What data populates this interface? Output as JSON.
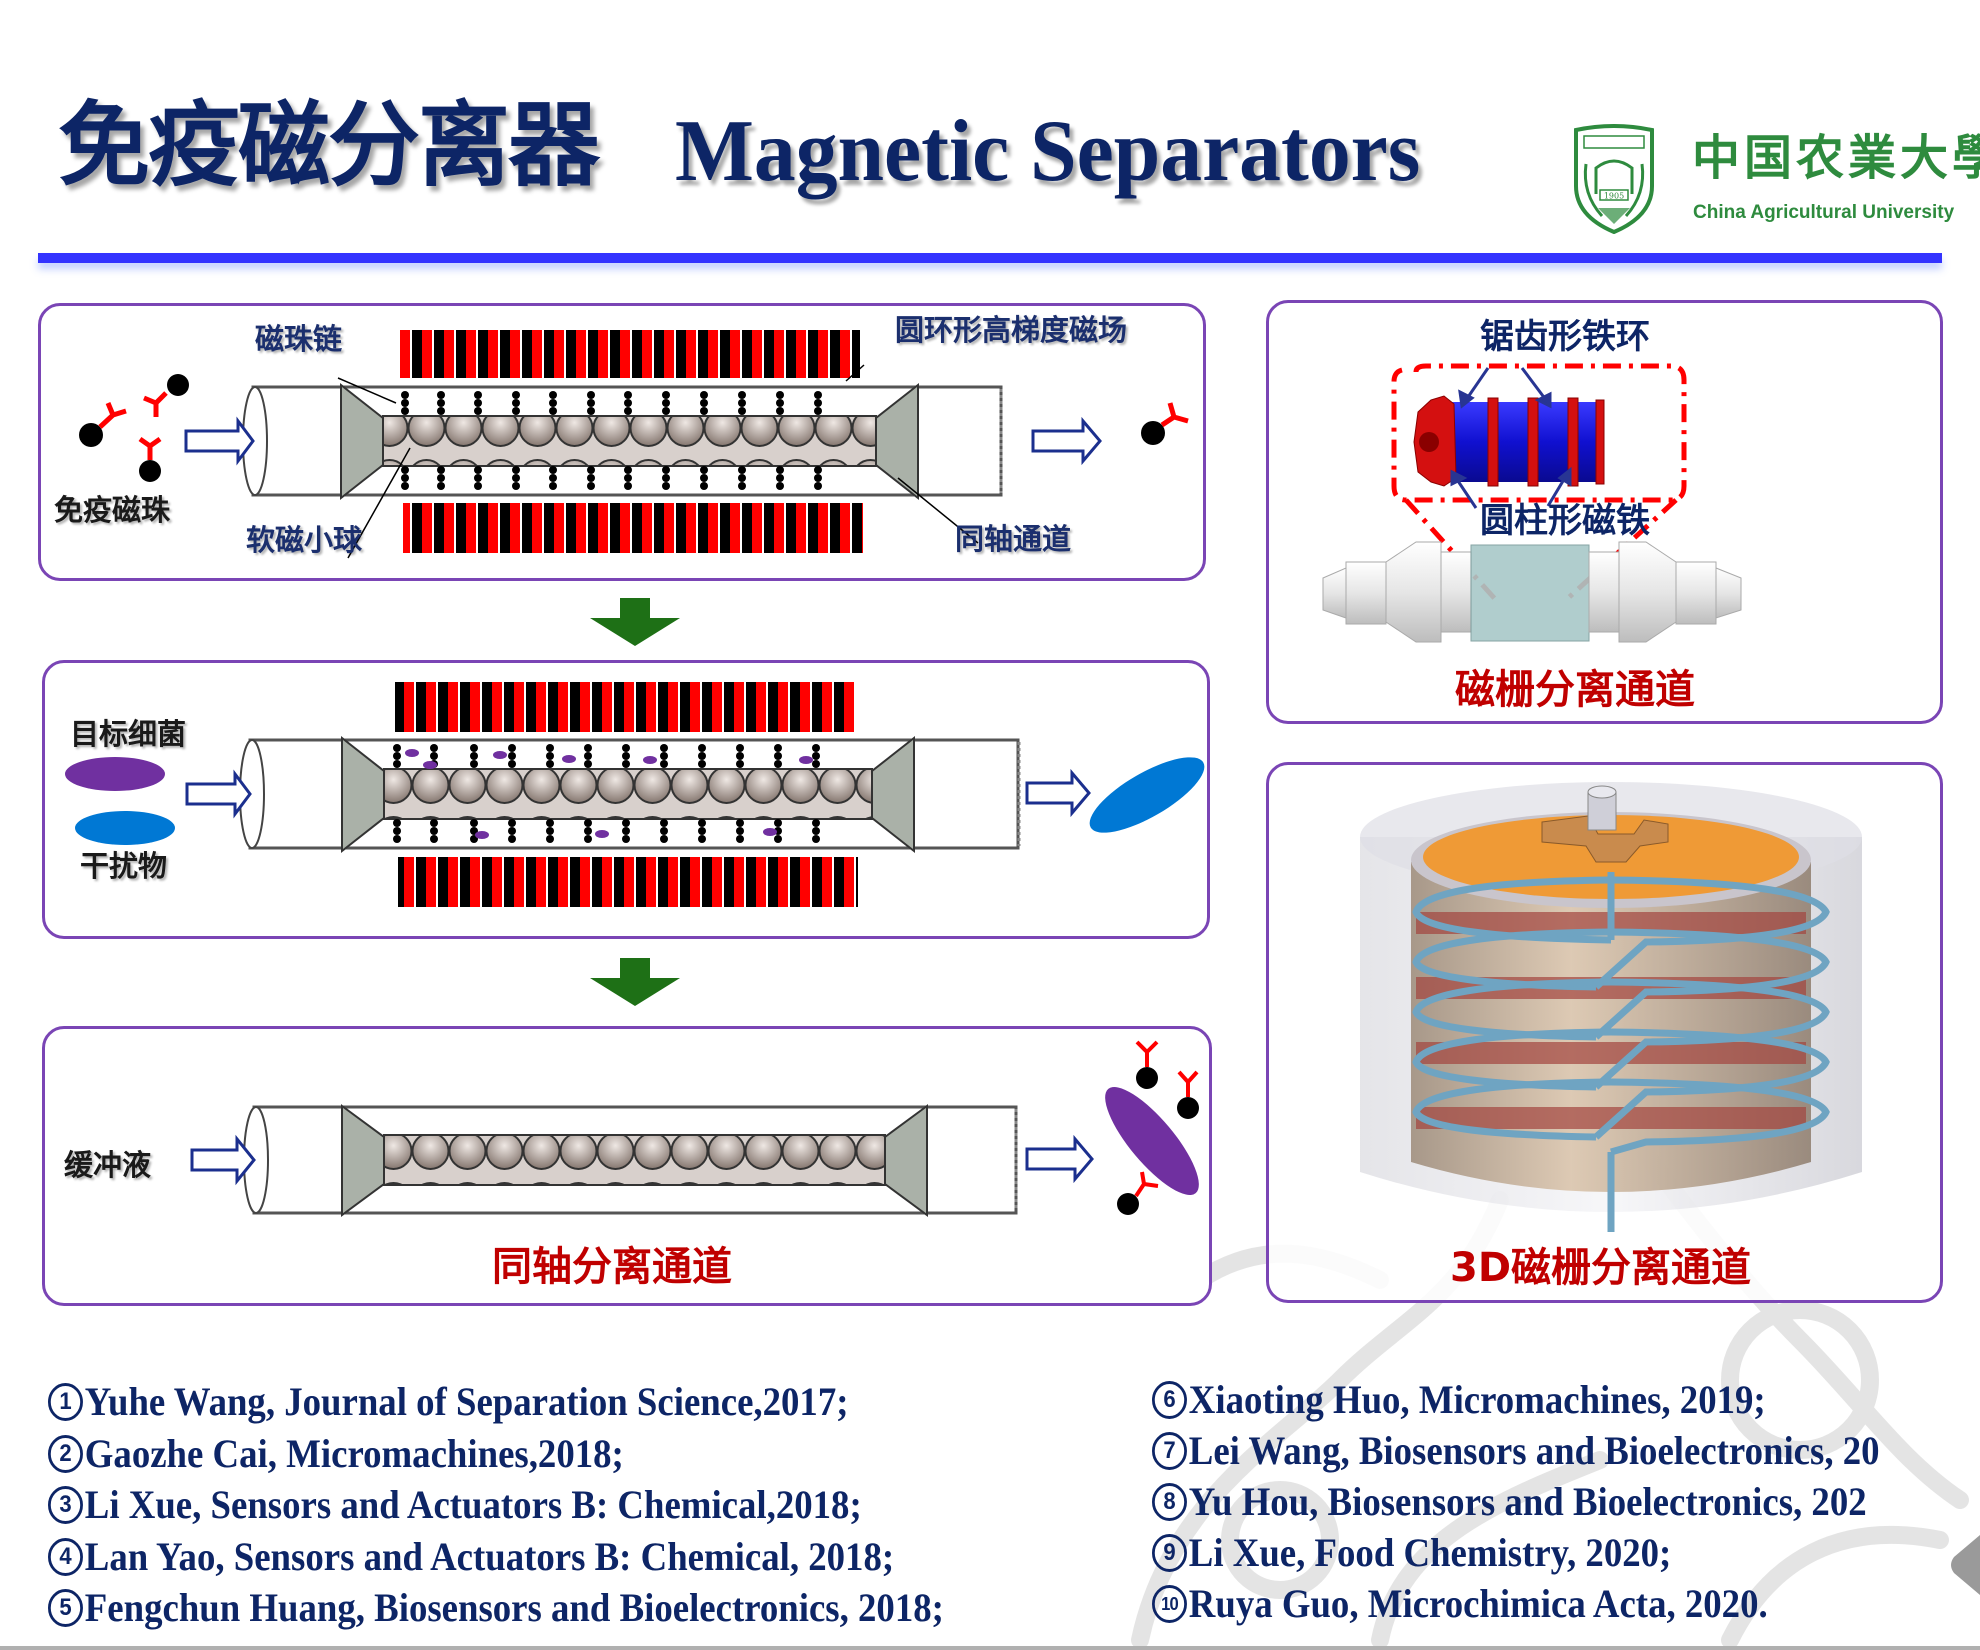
{
  "title": {
    "chinese": "免疫磁分离器",
    "english": "Magnetic Separators"
  },
  "logo": {
    "emblem_text": "中国农业大学",
    "emblem_subtext": "CHINA AGRICULTURAL UNIVERSITY",
    "emblem_year": "1905",
    "name_cn": "中国农業大學",
    "name_en": "China Agricultural University",
    "color": "#2e8b3e"
  },
  "colors": {
    "title": "#0d2566",
    "rule": "#3333ff",
    "panel_border": "#7a45b5",
    "caption_red": "#c00000",
    "flow_arrow": "#1e7016",
    "bacteria": "#7030a0",
    "interferent": "#0078d4",
    "magnet_red": "#ff0000",
    "antibody": "#ff0000"
  },
  "coaxial": {
    "panel1": {
      "label_bead_chain": "磁珠链",
      "label_ring_field": "圆环形高梯度磁场",
      "label_immunomagnetic_beads": "免疫磁珠",
      "label_soft_magnetic_balls": "软磁小球",
      "label_coaxial_channel": "同轴通道"
    },
    "panel2": {
      "label_target_bacteria": "目标细菌",
      "label_interferent": "干扰物"
    },
    "panel3": {
      "label_buffer": "缓冲液",
      "caption": "同轴分离通道"
    }
  },
  "grid_channel": {
    "label_sawtooth_ring": "锯齿形铁环",
    "label_cylinder_magnet": "圆柱形磁铁",
    "caption": "磁栅分离通道"
  },
  "grid_3d": {
    "caption": "3D磁栅分离通道"
  },
  "references": {
    "left": [
      {
        "num": "1",
        "text": "Yuhe Wang, Journal of Separation Science,2017;"
      },
      {
        "num": "2",
        "text": "Gaozhe Cai, Micromachines,2018;"
      },
      {
        "num": "3",
        "text": "Li Xue, Sensors and Actuators B: Chemical,2018;"
      },
      {
        "num": "4",
        "text": "Lan Yao, Sensors and Actuators B: Chemical, 2018;"
      },
      {
        "num": "5",
        "text": "Fengchun Huang, Biosensors and Bioelectronics, 2018;"
      }
    ],
    "right": [
      {
        "num": "6",
        "text": "Xiaoting Huo, Micromachines, 2019;"
      },
      {
        "num": "7",
        "text": "Lei Wang, Biosensors and Bioelectronics, 20"
      },
      {
        "num": "8",
        "text": "Yu Hou, Biosensors and Bioelectronics, 202"
      },
      {
        "num": "9",
        "text": "Li Xue, Food Chemistry, 2020;"
      },
      {
        "num": "10",
        "text": "Ruya Guo, Microchimica Acta, 2020."
      }
    ]
  }
}
